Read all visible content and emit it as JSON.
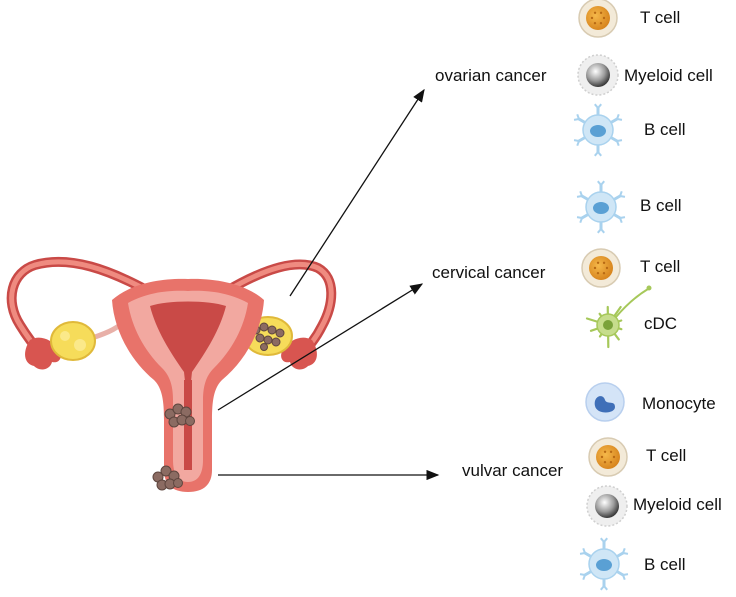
{
  "groups": [
    {
      "cancer_label": "ovarian cancer",
      "cells": [
        {
          "label": "T cell",
          "icon": "t-cell-icon"
        },
        {
          "label": "Myeloid cell",
          "icon": "myeloid-cell-icon"
        },
        {
          "label": "B cell",
          "icon": "b-cell-icon"
        }
      ]
    },
    {
      "cancer_label": "cervical cancer",
      "cells": [
        {
          "label": "B cell",
          "icon": "b-cell-icon"
        },
        {
          "label": "T cell",
          "icon": "t-cell-icon"
        },
        {
          "label": "cDC",
          "icon": "dendritic-cell-icon"
        }
      ]
    },
    {
      "cancer_label": "vulvar cancer",
      "cells": [
        {
          "label": "Monocyte",
          "icon": "monocyte-icon"
        },
        {
          "label": "T cell",
          "icon": "t-cell-icon"
        },
        {
          "label": "Myeloid cell",
          "icon": "myeloid-cell-icon"
        },
        {
          "label": "B cell",
          "icon": "b-cell-icon"
        }
      ]
    }
  ],
  "colors": {
    "uterus_outer": "#e8736a",
    "uterus_inner": "#c94a47",
    "ovary": "#f6dc5a",
    "tumor": "#8b6b62",
    "t_cell": "#e79a2a",
    "b_cell": "#8ec3e6",
    "myeloid": "#9a9a9a",
    "cdc": "#a6c85a",
    "monocyte": "#c9ddf4"
  }
}
